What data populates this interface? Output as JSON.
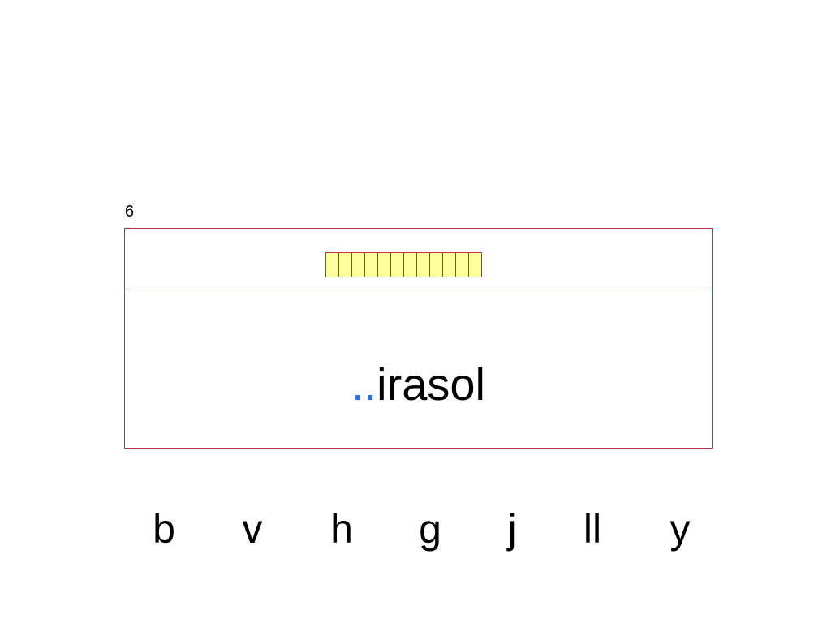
{
  "slide": {
    "number": "6"
  },
  "answer_tiles": {
    "count": 12
  },
  "word": {
    "blank": "..",
    "rest": "irasol"
  },
  "letter_options": [
    "b",
    "v",
    "h",
    "g",
    "j",
    "ll",
    "y"
  ],
  "colors": {
    "border": "#b2343f",
    "tile_fill": "#ffff9e",
    "blank_text": "#2a6ee8",
    "text": "#000000"
  }
}
